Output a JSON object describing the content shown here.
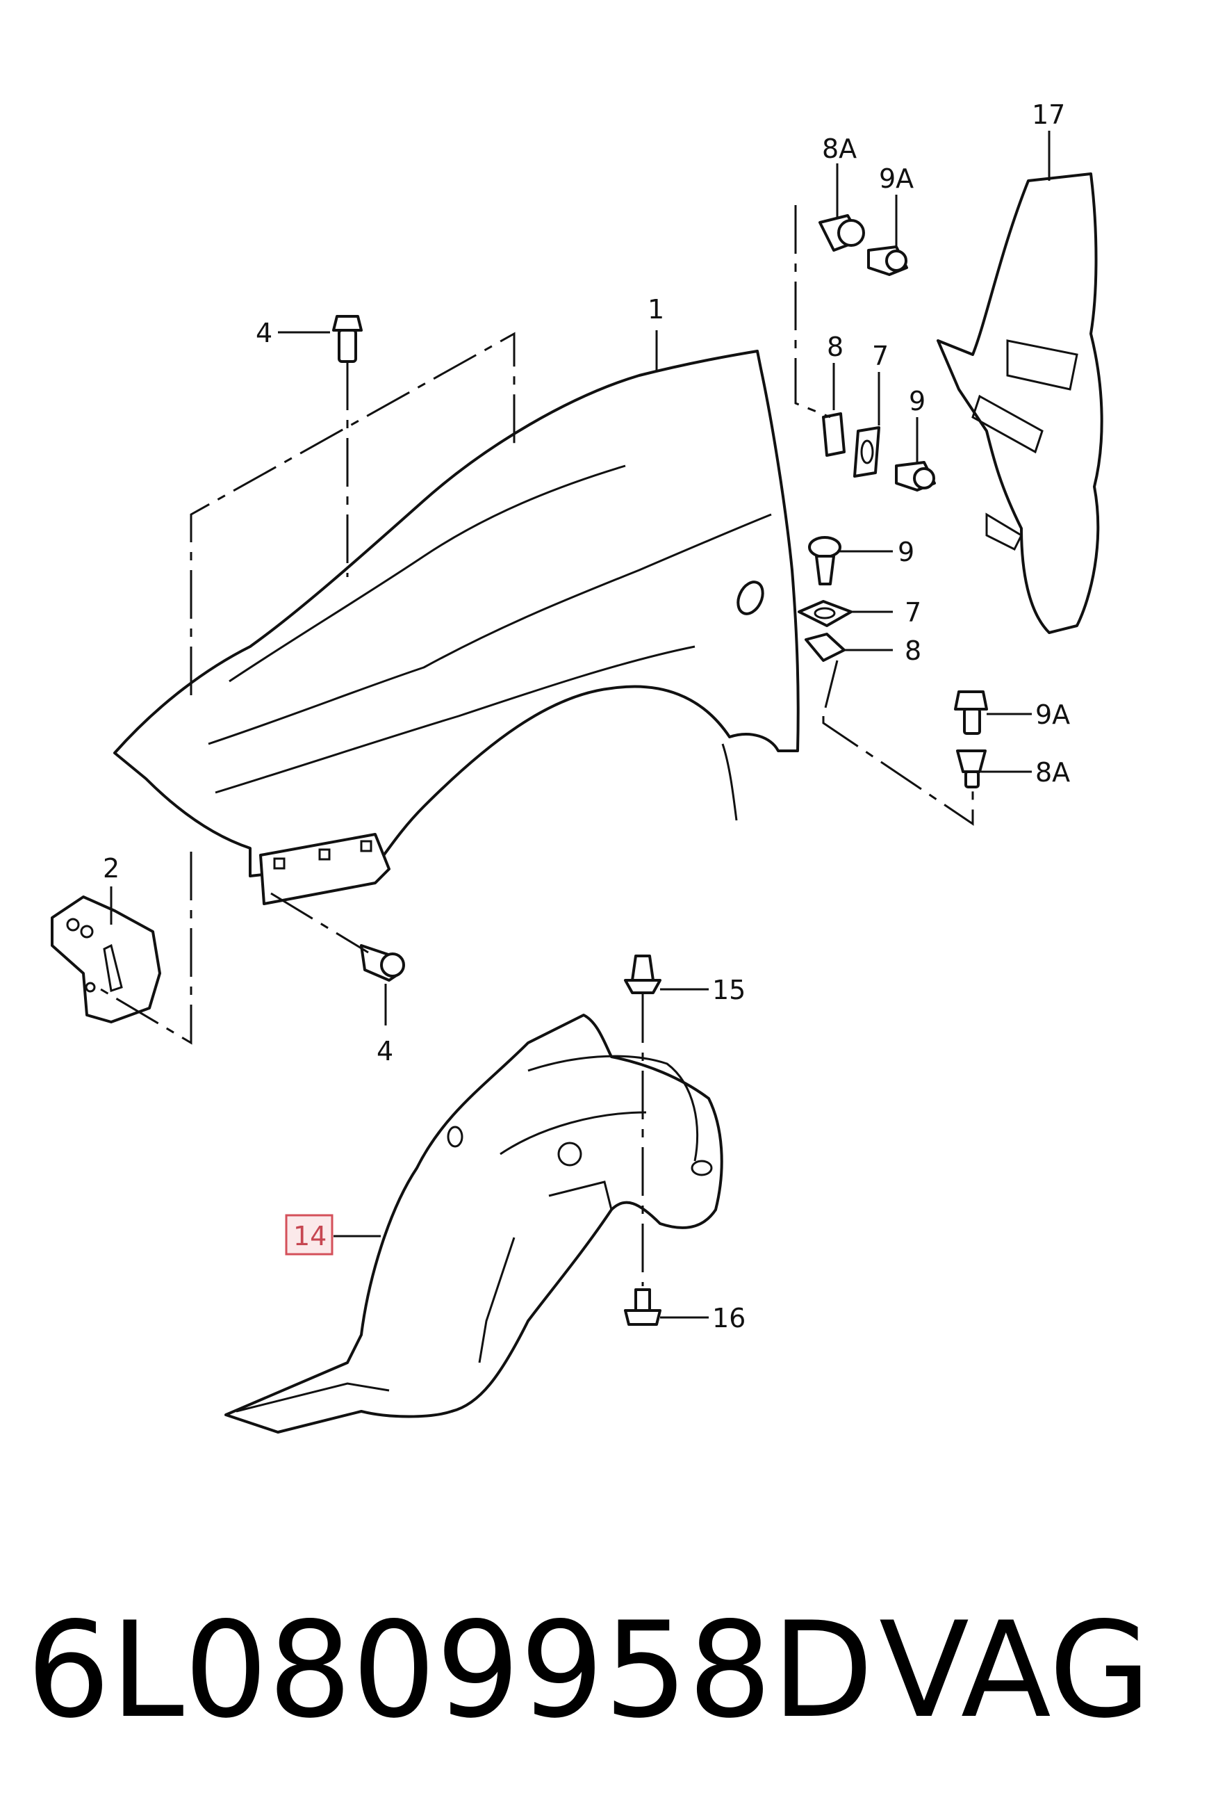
{
  "labels": {
    "fender": "1",
    "bracket": "2",
    "bolt_top": "4",
    "bolt_bottom": "4",
    "washer_right": "7",
    "washer_top": "7",
    "clip_right": "8",
    "clip_top": "8",
    "screw_right": "9",
    "screw_top": "9",
    "nut_top": "8A",
    "bolt_top_a": "9A",
    "bolt_right_a": "9A",
    "nut_right": "8A",
    "liner": "14",
    "clip_15": "15",
    "screw_16": "16",
    "panel": "17"
  },
  "highlight_color": "#d4505a",
  "footer": {
    "part_number": "6L0809958D",
    "brand": "VAG"
  }
}
